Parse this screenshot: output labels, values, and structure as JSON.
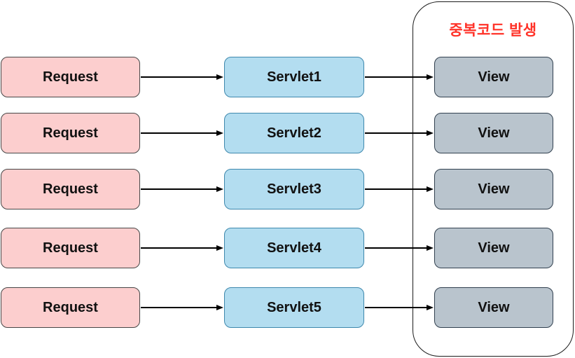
{
  "diagram": {
    "container_label": "중복코드 발생",
    "rows": [
      {
        "request": "Request",
        "servlet": "Servlet1",
        "view": "View"
      },
      {
        "request": "Request",
        "servlet": "Servlet2",
        "view": "View"
      },
      {
        "request": "Request",
        "servlet": "Servlet3",
        "view": "View"
      },
      {
        "request": "Request",
        "servlet": "Servlet4",
        "view": "View"
      },
      {
        "request": "Request",
        "servlet": "Servlet5",
        "view": "View"
      }
    ],
    "colors": {
      "background": "#ffffff",
      "request_fill": "#fccece",
      "request_border": "#474747",
      "servlet_fill": "#b3ddf0",
      "servlet_border": "#3e88ad",
      "view_fill": "#b9c4cd",
      "view_border": "#31404f",
      "container_border": "#1a1a1a",
      "label_color": "#ff3228",
      "arrow": "#000000",
      "text": "#111111"
    }
  }
}
